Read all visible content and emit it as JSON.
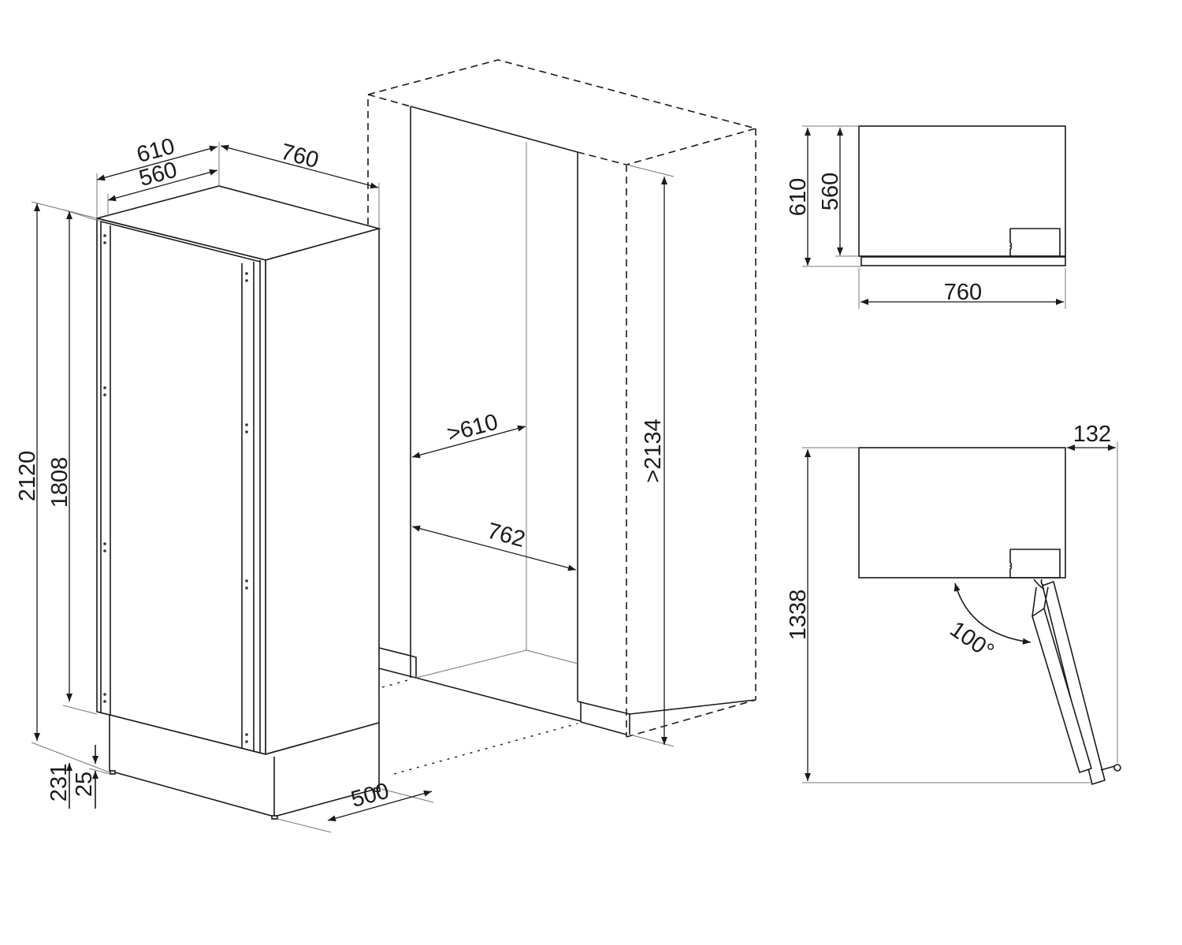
{
  "fridge": {
    "width_outer": "610",
    "width_inner": "560",
    "depth": "760",
    "height_total": "2120",
    "height_door": "1808",
    "plinth_height": "231",
    "foot_height": "25",
    "plinth_depth": "500"
  },
  "niche": {
    "min_depth": ">610",
    "width": "762",
    "min_height": ">2134"
  },
  "top_view": {
    "depth_outer": "610",
    "depth_inner": "560",
    "width": "760"
  },
  "door_view": {
    "clearance": "1338",
    "side_clearance": "132",
    "opening_angle": "100°"
  }
}
